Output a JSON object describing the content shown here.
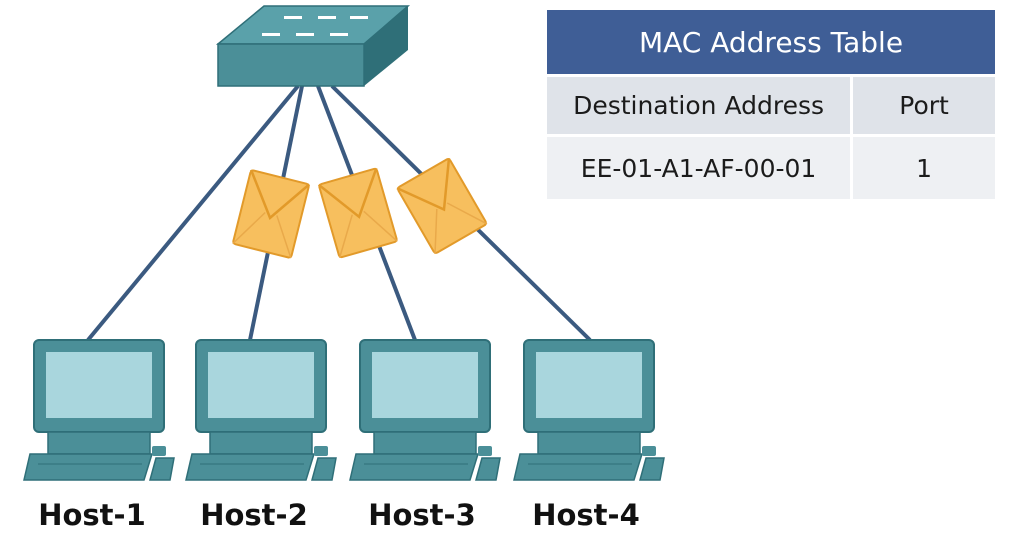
{
  "colors": {
    "device_teal": "#4b8f98",
    "device_teal_dark": "#2f6f78",
    "screen_fill": "#a9d6dd",
    "link_line": "#3b5a80",
    "envelope_fill": "#f7bf5e",
    "envelope_stroke": "#e29a2a",
    "table_header": "#3f5e96"
  },
  "icons": {
    "switch": "network-switch-icon",
    "host": "desktop-computer-icon",
    "frame": "envelope-icon"
  },
  "hosts": [
    {
      "label": "Host-1"
    },
    {
      "label": "Host-2"
    },
    {
      "label": "Host-3"
    },
    {
      "label": "Host-4"
    }
  ],
  "mac_table": {
    "title": "MAC Address Table",
    "columns": [
      "Destination Address",
      "Port"
    ],
    "rows": [
      {
        "address": "EE-01-A1-AF-00-01",
        "port": "1"
      }
    ]
  }
}
